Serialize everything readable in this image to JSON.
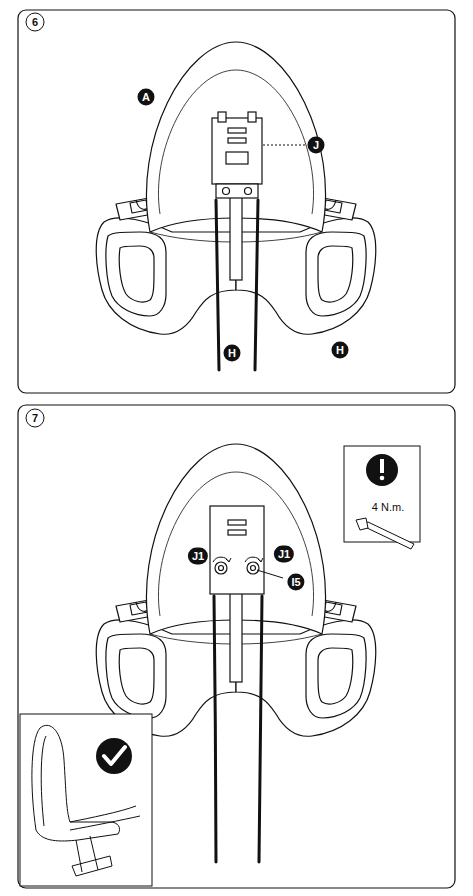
{
  "diagram": {
    "labels": [
      "6",
      "A",
      "J",
      "H",
      "H",
      "7",
      "J1",
      "J1",
      "I5",
      "4 N.m."
    ]
  }
}
